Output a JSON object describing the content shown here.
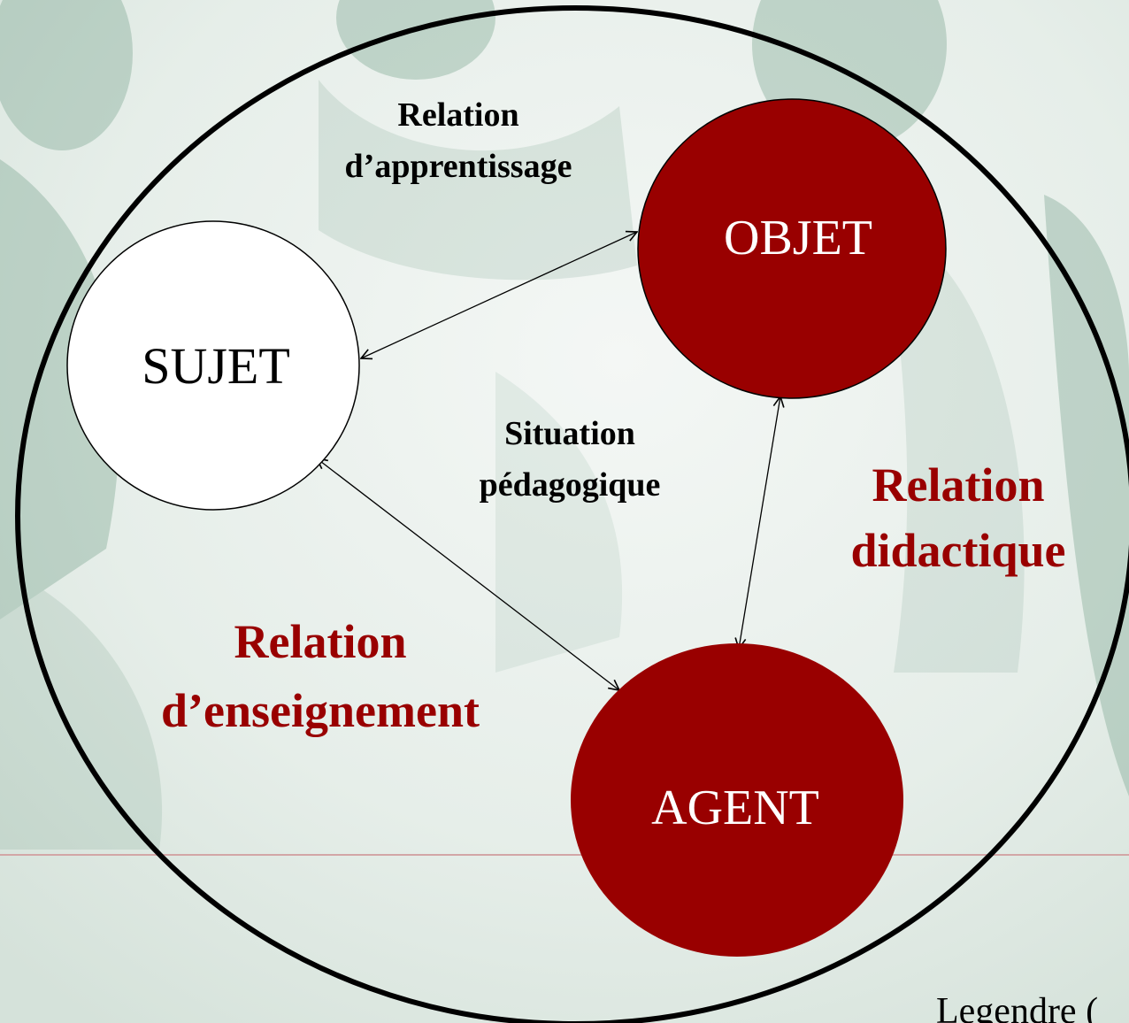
{
  "nodes": {
    "sujet": {
      "label": "SUJET",
      "fill": "#ffffff",
      "text_color": "#000000"
    },
    "objet": {
      "label": "OBJET",
      "fill": "#990000",
      "text_color": "#ffffff"
    },
    "agent": {
      "label": "AGENT",
      "fill": "#990000",
      "text_color": "#ffffff"
    }
  },
  "relations": {
    "apprentissage": {
      "line1": "Relation",
      "line2": "d’apprentissage",
      "color": "#000000"
    },
    "situation": {
      "line1": "Situation",
      "line2": "pédagogique",
      "color": "#000000"
    },
    "didactique": {
      "line1": "Relation",
      "line2": "didactique",
      "color": "#990000"
    },
    "enseignement": {
      "line1": "Relation",
      "line2": "d’enseignement",
      "color": "#990000"
    }
  },
  "citation": "Legendre (",
  "colors": {
    "accent": "#990000",
    "outline": "#000000",
    "photo_tint": "#6f9e86"
  }
}
